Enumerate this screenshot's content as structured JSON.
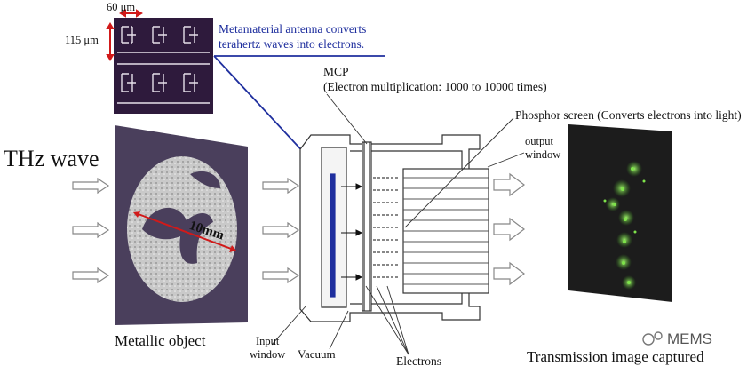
{
  "labels": {
    "thz_wave": "THz wave",
    "metamaterial_line1": "Metamaterial antenna converts",
    "metamaterial_line2": "terahertz waves into electrons.",
    "mcp_title": "MCP",
    "mcp_sub": "(Electron multiplication: 1000 to 10000 times)",
    "phosphor": "Phosphor screen (Converts electrons into light)",
    "output_line1": "output",
    "output_line2": "window",
    "metallic_object": "Metallic object",
    "input_line1": "Input",
    "input_line2": "window",
    "vacuum": "Vacuum",
    "electrons": "Electrons",
    "transmission": "Transmission image captured",
    "watermark": "MEMS"
  },
  "scale": {
    "width_label": "60 μm",
    "height_label": "115 μm",
    "object_label": "10mm"
  },
  "colors": {
    "annotation_blue": "#1f2f9e",
    "scale_red": "#d11a1a",
    "micrograph_bg": "#2e1a3c",
    "glow_green": "#7ee34a"
  },
  "icons": [
    "wave-arrow-icon",
    "output-arrow-icon",
    "watermark-logo-icon"
  ]
}
